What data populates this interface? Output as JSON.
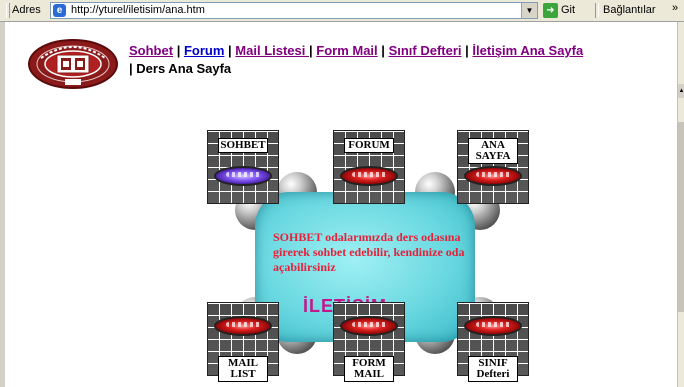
{
  "address_bar": {
    "label": "Adres",
    "url": "http://yturel/iletisim/ana.htm",
    "go_label": "Git",
    "links_label": "Bağlantılar",
    "more": "»"
  },
  "nav": {
    "items": [
      "Sohbet",
      "Forum",
      "Mail Listesi ",
      "Form Mail",
      "Sınıf Defteri",
      "İletişim Ana Sayfa"
    ],
    "separator": "|",
    "last": "Ders Ana Sayfa"
  },
  "cards": {
    "sohbet": {
      "lines": [
        "SOHBET"
      ]
    },
    "forum": {
      "lines": [
        "FORUM"
      ]
    },
    "ana_sayfa": {
      "lines": [
        "ANA",
        "SAYFA"
      ]
    },
    "mail_list": {
      "lines": [
        "MAIL",
        "LIST"
      ]
    },
    "form_mail": {
      "lines": [
        "FORM",
        "MAIL"
      ]
    },
    "sinif_defteri": {
      "lines": [
        "SINIF",
        "Defteri"
      ]
    }
  },
  "info": {
    "message": "SOHBET odalarımızda ders odasına girerek sohbet edebilir, kendinize oda açabilirsiniz",
    "title": "İLETİŞİM"
  },
  "colors": {
    "visited_link": "#800080",
    "active_link": "#0000cc",
    "message_text": "#e8203a",
    "title_text": "#c01a8a",
    "panel": "#6ad8e0",
    "lamp_red": "#e02020",
    "lamp_blue": "#8a60ff"
  },
  "icons": {
    "browser": "ie-page-icon",
    "go": "green-arrow-icon",
    "logo": "university-seal-logo"
  }
}
